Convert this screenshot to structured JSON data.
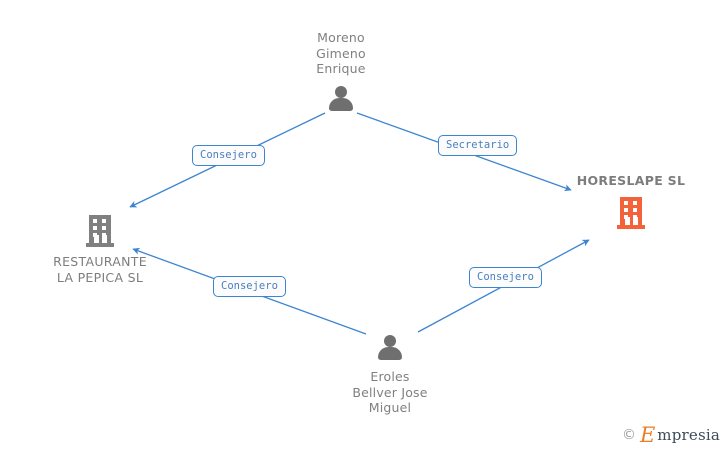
{
  "graph": {
    "nodes": [
      {
        "id": "moreno",
        "type": "person",
        "icon": "person-avatar-icon",
        "label": "Moreno\nGimeno\nEnrique",
        "label_position": "above"
      },
      {
        "id": "horeslape",
        "type": "company",
        "icon": "building-icon",
        "label": "HORESLAPE SL",
        "label_position": "above",
        "color": "#f4623a"
      },
      {
        "id": "restaurante",
        "type": "company",
        "icon": "building-icon",
        "label": "RESTAURANTE\nLA PEPICA SL",
        "label_position": "below",
        "color": "#808080"
      },
      {
        "id": "eroles",
        "type": "person",
        "icon": "person-avatar-icon",
        "label": "Eroles\nBellver Jose\nMiguel",
        "label_position": "below"
      }
    ],
    "edges": [
      {
        "id": "e1",
        "from": "moreno",
        "to": "restaurante",
        "label": "Consejero"
      },
      {
        "id": "e2",
        "from": "moreno",
        "to": "horeslape",
        "label": "Secretario"
      },
      {
        "id": "e3",
        "from": "eroles",
        "to": "restaurante",
        "label": "Consejero"
      },
      {
        "id": "e4",
        "from": "eroles",
        "to": "horeslape",
        "label": "Consejero"
      }
    ],
    "edge_color": "#3d85d0"
  },
  "watermark": {
    "copyright_symbol": "©",
    "brand_initial": "E",
    "brand_rest": "mpresia"
  }
}
